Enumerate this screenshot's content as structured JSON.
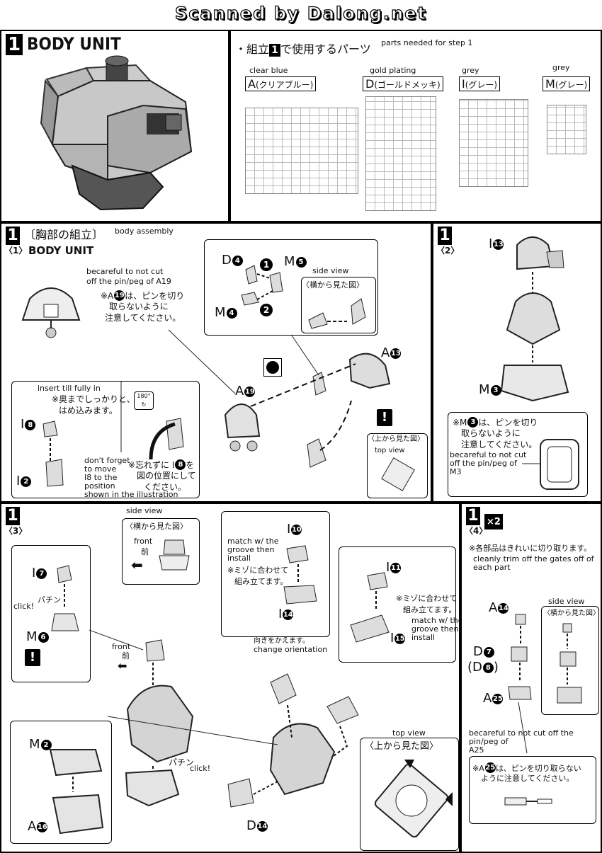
{
  "banner": "Scanned by Dalong.net",
  "step1": {
    "number": "1",
    "title": "BODY UNIT",
    "parts_heading_jp": "組立",
    "parts_heading_num": "1",
    "parts_heading_jp2": "で使用するパーツ",
    "parts_heading_en": "parts needed for step 1",
    "runners": [
      {
        "en": "clear blue",
        "letter": "A",
        "jp": "(クリアブルー)"
      },
      {
        "en": "gold plating",
        "letter": "D",
        "jp": "(ゴールドメッキ)"
      },
      {
        "en": "grey",
        "letter": "I",
        "jp": "(グレー)"
      },
      {
        "en": "grey",
        "letter": "M",
        "jp": "(グレー)"
      }
    ]
  },
  "sub1": {
    "num": "1",
    "sub": "〈1〉",
    "title_jp": "〔胸部の組立〕",
    "title_en": "body assembly",
    "unit": "BODY UNIT",
    "note_en1": "becareful to not cut",
    "note_en2": "off the pin/peg of A19",
    "note_jp1_pre": "※A",
    "note_jp1_num": "19",
    "note_jp1_post": "は、ピンを切り",
    "note_jp2": "取らないように",
    "note_jp3": "注意してください。",
    "side_view": "side view",
    "side_view_jp": "〈横から見た図〉",
    "insert_en": "insert till fully in",
    "insert_jp1": "※奥までしっかりと、",
    "insert_jp2": "はめ込みます。",
    "dont_forget": [
      "don't forget",
      "to move",
      "I8 to the",
      "position",
      "shown in the illustration"
    ],
    "forget_jp1_pre": "※忘れずに I",
    "forget_jp1_num": "8",
    "forget_jp1_post": "を",
    "forget_jp2": "図の位置にして",
    "forget_jp3": "ください。",
    "top_view_jp": "〈上から見た図〉",
    "top_view": "top view",
    "rot": "180°",
    "labels": {
      "D4": [
        "D",
        "4"
      ],
      "M5": [
        "M",
        "5"
      ],
      "M4": [
        "M",
        "4"
      ],
      "A13": [
        "A",
        "13"
      ],
      "A19": [
        "A",
        "19"
      ],
      "I8": [
        "I",
        "8"
      ],
      "I2": [
        "I",
        "2"
      ]
    },
    "step_markers": [
      "1",
      "2"
    ]
  },
  "sub2": {
    "num": "1",
    "sub": "〈2〉",
    "labels": {
      "I13": [
        "I",
        "13"
      ],
      "M3": [
        "M",
        "3"
      ]
    },
    "note_jp1_pre": "※M",
    "note_jp1_num": "3",
    "note_jp1_post": "は、ピンを切り",
    "note_jp2": "取らないように",
    "note_jp3": "注意してください。",
    "note_en": [
      "becareful to not cut",
      "off the pin/peg of",
      "M3"
    ]
  },
  "sub3": {
    "num": "1",
    "sub": "〈3〉",
    "side_view": "side view",
    "side_view_jp": "〈横から見た図〉",
    "front": "front",
    "front_jp": "前",
    "click": "click!",
    "pachin": "パチン",
    "labels": {
      "I7": [
        "I",
        "7"
      ],
      "M6": [
        "M",
        "6"
      ],
      "M2": [
        "M",
        "2"
      ],
      "A16": [
        "A",
        "16"
      ],
      "I10": [
        "I",
        "10"
      ],
      "I14": [
        "I",
        "14"
      ],
      "I11": [
        "I",
        "11"
      ],
      "I15": [
        "I",
        "15"
      ],
      "D14": [
        "D",
        "14"
      ]
    },
    "match_en1": [
      "match w/ the",
      "groove then",
      "install"
    ],
    "match_jp": [
      "※ミゾに合わせて",
      "組み立てます。"
    ],
    "match_en2": [
      "match w/ the",
      "groove then",
      "install"
    ],
    "match_jp2": [
      "※ミゾに合わせて",
      "組み立てます。"
    ],
    "orient_jp": "向きをかえます。",
    "orient_en": "change orientation",
    "top_view": "top view",
    "top_view_jp": "〈上から見た図〉"
  },
  "sub4": {
    "num": "1",
    "sub": "〈4〉",
    "mult": "×2",
    "note_jp": "※各部品はきれいに切り取ります。",
    "note_en": [
      "cleanly trim off the gates off of",
      "each part"
    ],
    "side_view": "side view",
    "side_view_jp": "〈横から見た図〉",
    "labels": {
      "A14": [
        "A",
        "14"
      ],
      "D7": [
        "D",
        "7"
      ],
      "D8": [
        "(D",
        "8"
      ],
      "A25": [
        "A",
        "25"
      ]
    },
    "care_en": [
      "becareful to not cut off the",
      "pin/peg of",
      "A25"
    ],
    "care_jp_pre": "※A",
    "care_jp_num": "25",
    "care_jp_post": "は、ピンを切り取らない",
    "care_jp2": "ように注意してください。"
  }
}
